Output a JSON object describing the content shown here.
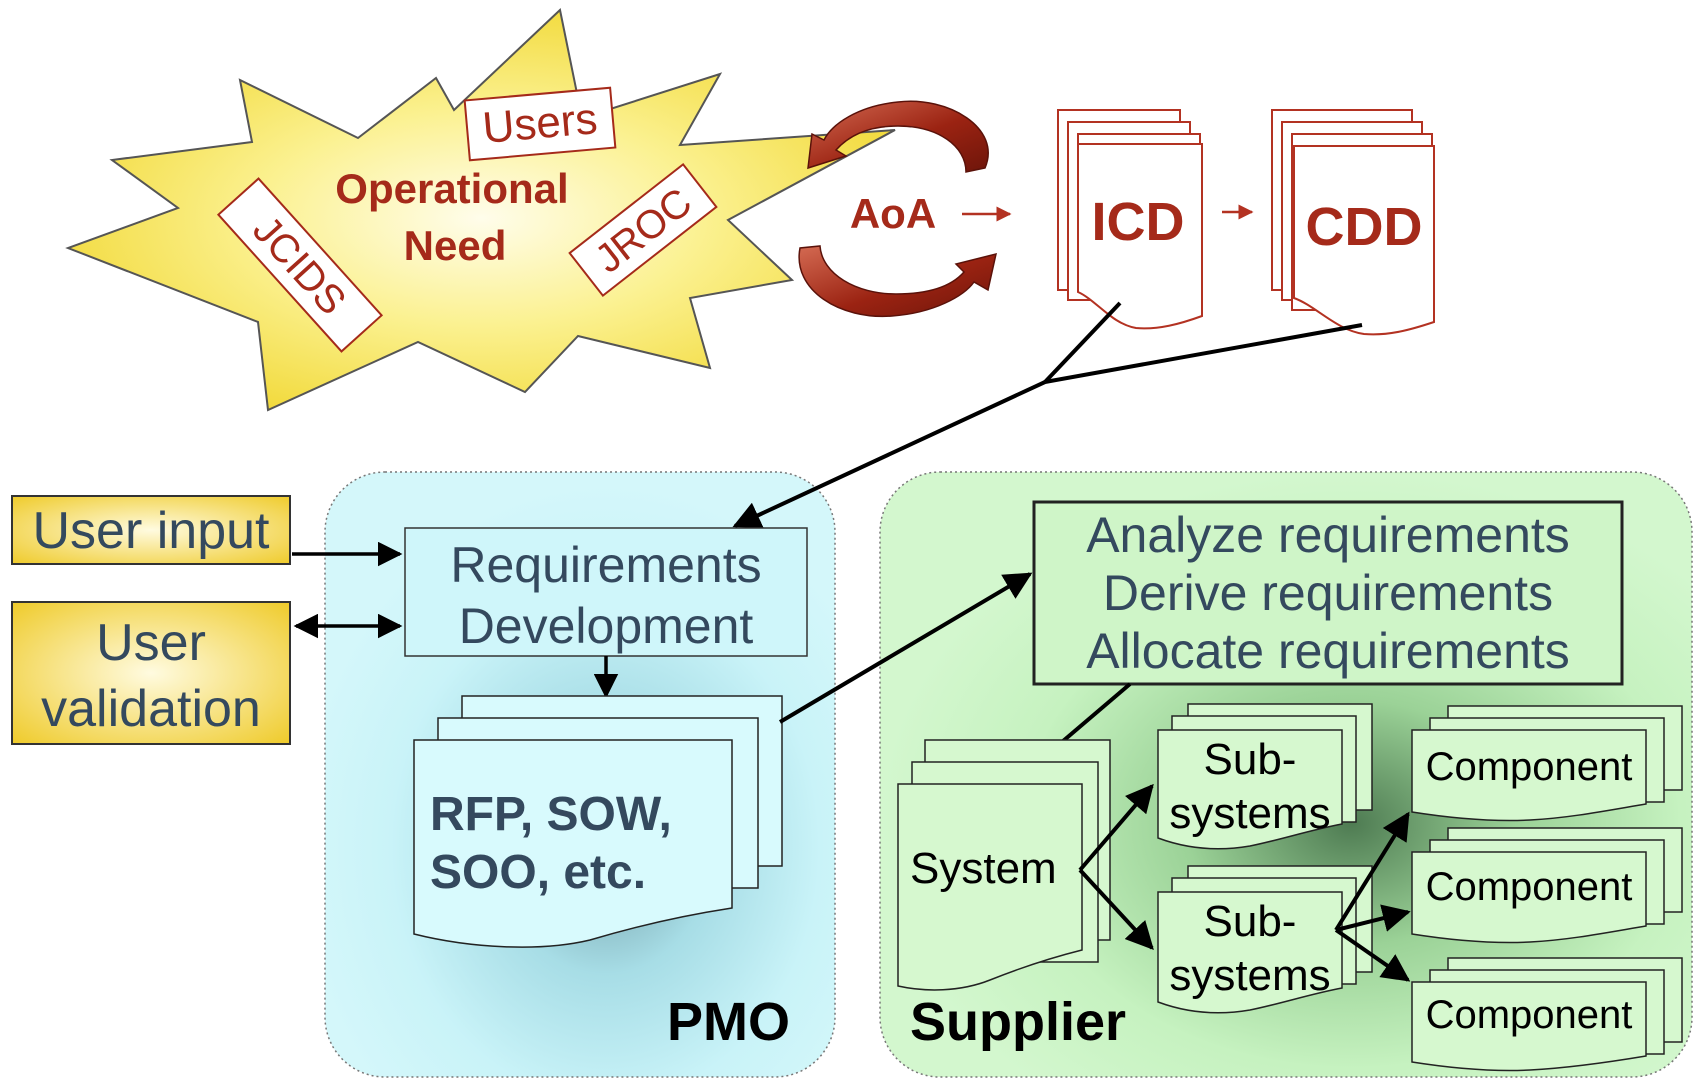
{
  "need": {
    "title_line1": "Operational",
    "title_line2": "Need",
    "tag_users": "Users",
    "tag_jcids": "JCIDS",
    "tag_jroc": "JROC"
  },
  "aoa": {
    "label": "AoA"
  },
  "docs": {
    "icd": "ICD",
    "cdd": "CDD"
  },
  "inputs": {
    "user_input": "User input",
    "user_validation_line1": "User",
    "user_validation_line2": "validation"
  },
  "pmo": {
    "label": "PMO",
    "req_dev_line1": "Requirements",
    "req_dev_line2": "Development",
    "rfp_line1": "RFP,  SOW,",
    "rfp_line2": "SOO, etc."
  },
  "supplier": {
    "label": "Supplier",
    "analyze": "Analyze requirements",
    "derive": "Derive requirements",
    "allocate": "Allocate requirements",
    "system": "System",
    "sub1_line1": "Sub-",
    "sub1_line2": "systems",
    "sub2_line1": "Sub-",
    "sub2_line2": "systems",
    "component1": "Component",
    "component2": "Component",
    "component3": "Component"
  },
  "colors": {
    "title_red": "#A52A1A",
    "burst_yellow": "#F7E24A",
    "pmo_panel": "#BDEFF5",
    "supplier_panel": "#C8F3C2",
    "input_gold": "#F2D33A",
    "text_slate": "#34495E"
  }
}
